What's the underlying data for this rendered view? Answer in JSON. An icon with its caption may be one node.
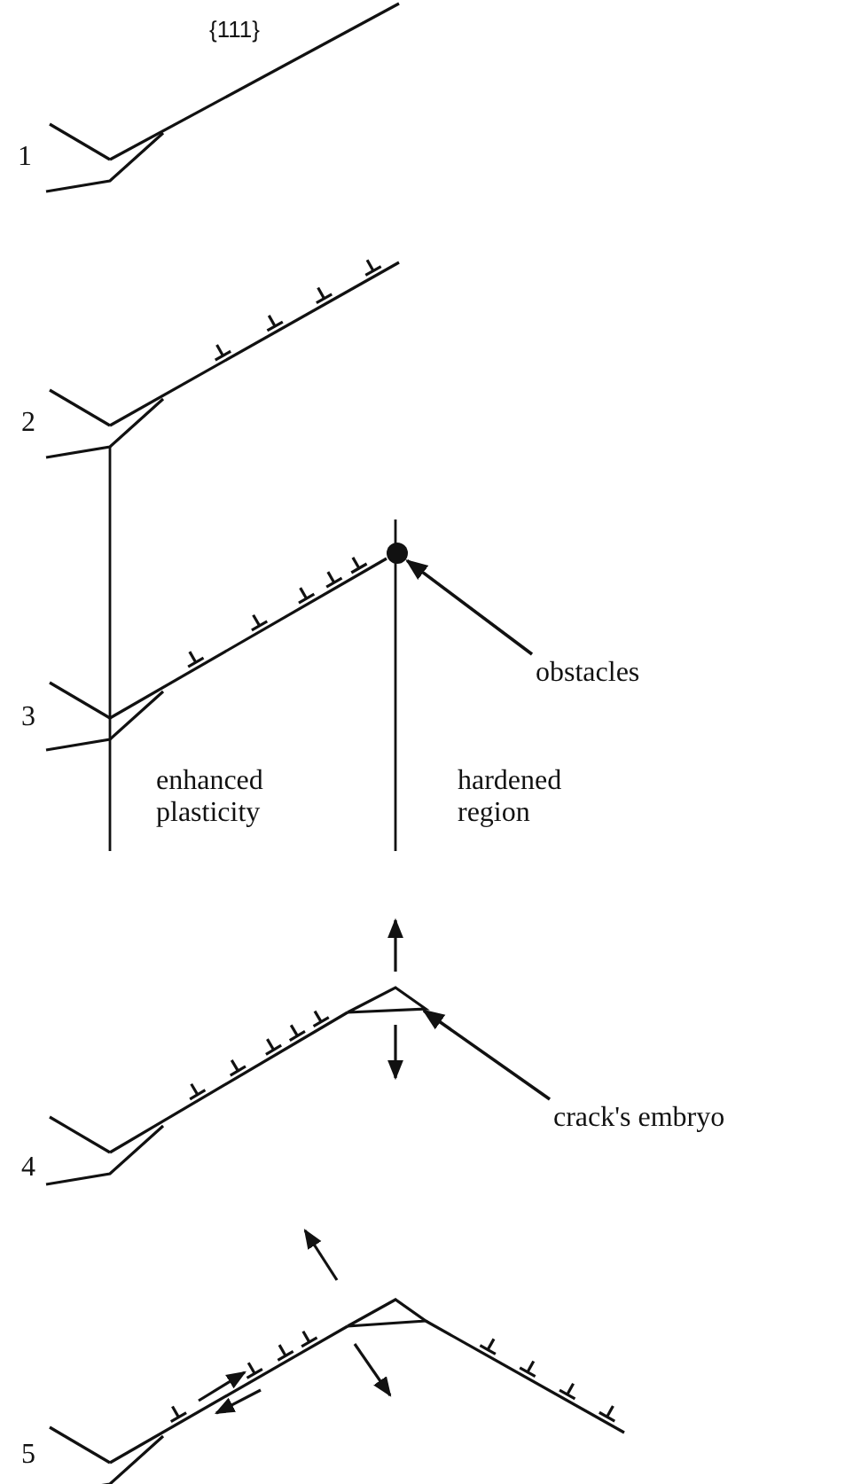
{
  "diagram": {
    "nodes": [
      {
        "text": [
          "obstacles"
        ]
      },
      {
        "text": [],
        "shape": "circle"
      },
      {
        "text": [
          "crack's embryo"
        ]
      },
      {
        "text": [],
        "shape": "triangle"
      },
      {
        "text": [],
        "shape": "triangle"
      }
    ],
    "edges": [
      {
        "from": 0,
        "to": 1,
        "arrow": "to"
      },
      {
        "from": 2,
        "to": 3,
        "arrow": "to"
      }
    ],
    "labels": [
      "{111}",
      "1",
      "2",
      "3",
      "enhanced plasticity",
      "hardened region",
      "4",
      "5"
    ]
  }
}
